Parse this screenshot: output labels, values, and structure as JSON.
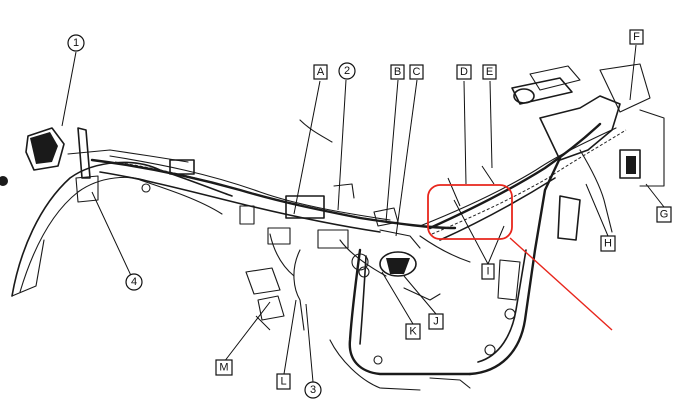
{
  "callouts": {
    "c1": "1",
    "c2": "2",
    "c3": "3",
    "c4": "4",
    "A": "A",
    "B": "B",
    "C": "C",
    "D": "D",
    "E": "E",
    "F": "F",
    "G": "G",
    "H": "H",
    "I": "I",
    "J": "J",
    "K": "K",
    "L": "L",
    "M": "M"
  },
  "highlight": {
    "color": "#e8261c"
  }
}
